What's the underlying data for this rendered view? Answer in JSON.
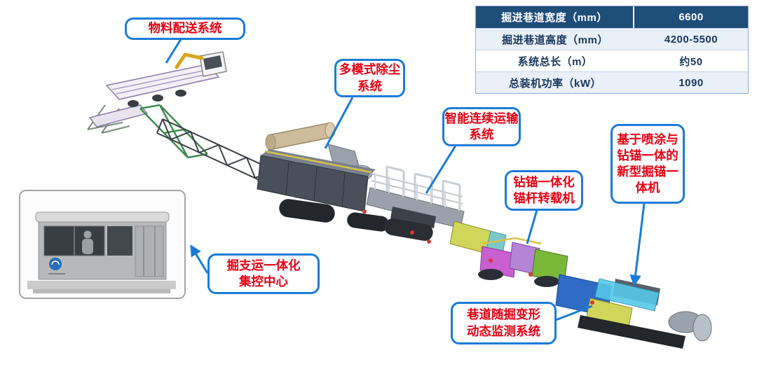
{
  "spec_table": {
    "rows": [
      {
        "label": "掘进巷道宽度（mm）",
        "value": "6600"
      },
      {
        "label": "掘进巷道高度（mm）",
        "value": "4200-5500"
      },
      {
        "label": "系统总长（m）",
        "value": "约50"
      },
      {
        "label": "总装机功率（kW）",
        "value": "1090"
      }
    ]
  },
  "callouts": {
    "material_delivery": "物料配送系统",
    "dust_removal": "多模式除尘\n系统",
    "transport": "智能连续运输\n系统",
    "bolter_loader": "钻锚一体化\n锚杆转载机",
    "integrated_machine": "基于喷涂与\n钻锚一体的\n新型掘锚一\n体机",
    "control_center": "掘支运一体化\n集控中心",
    "monitoring": "巷道随掘变形\n动态监测系统"
  },
  "colors": {
    "callout_border": "#1A7CD8",
    "callout_text": "#E60012",
    "table_header_bg": "#1F4E79",
    "table_header_text": "#FFFFFF",
    "table_body_text": "#17375E"
  }
}
